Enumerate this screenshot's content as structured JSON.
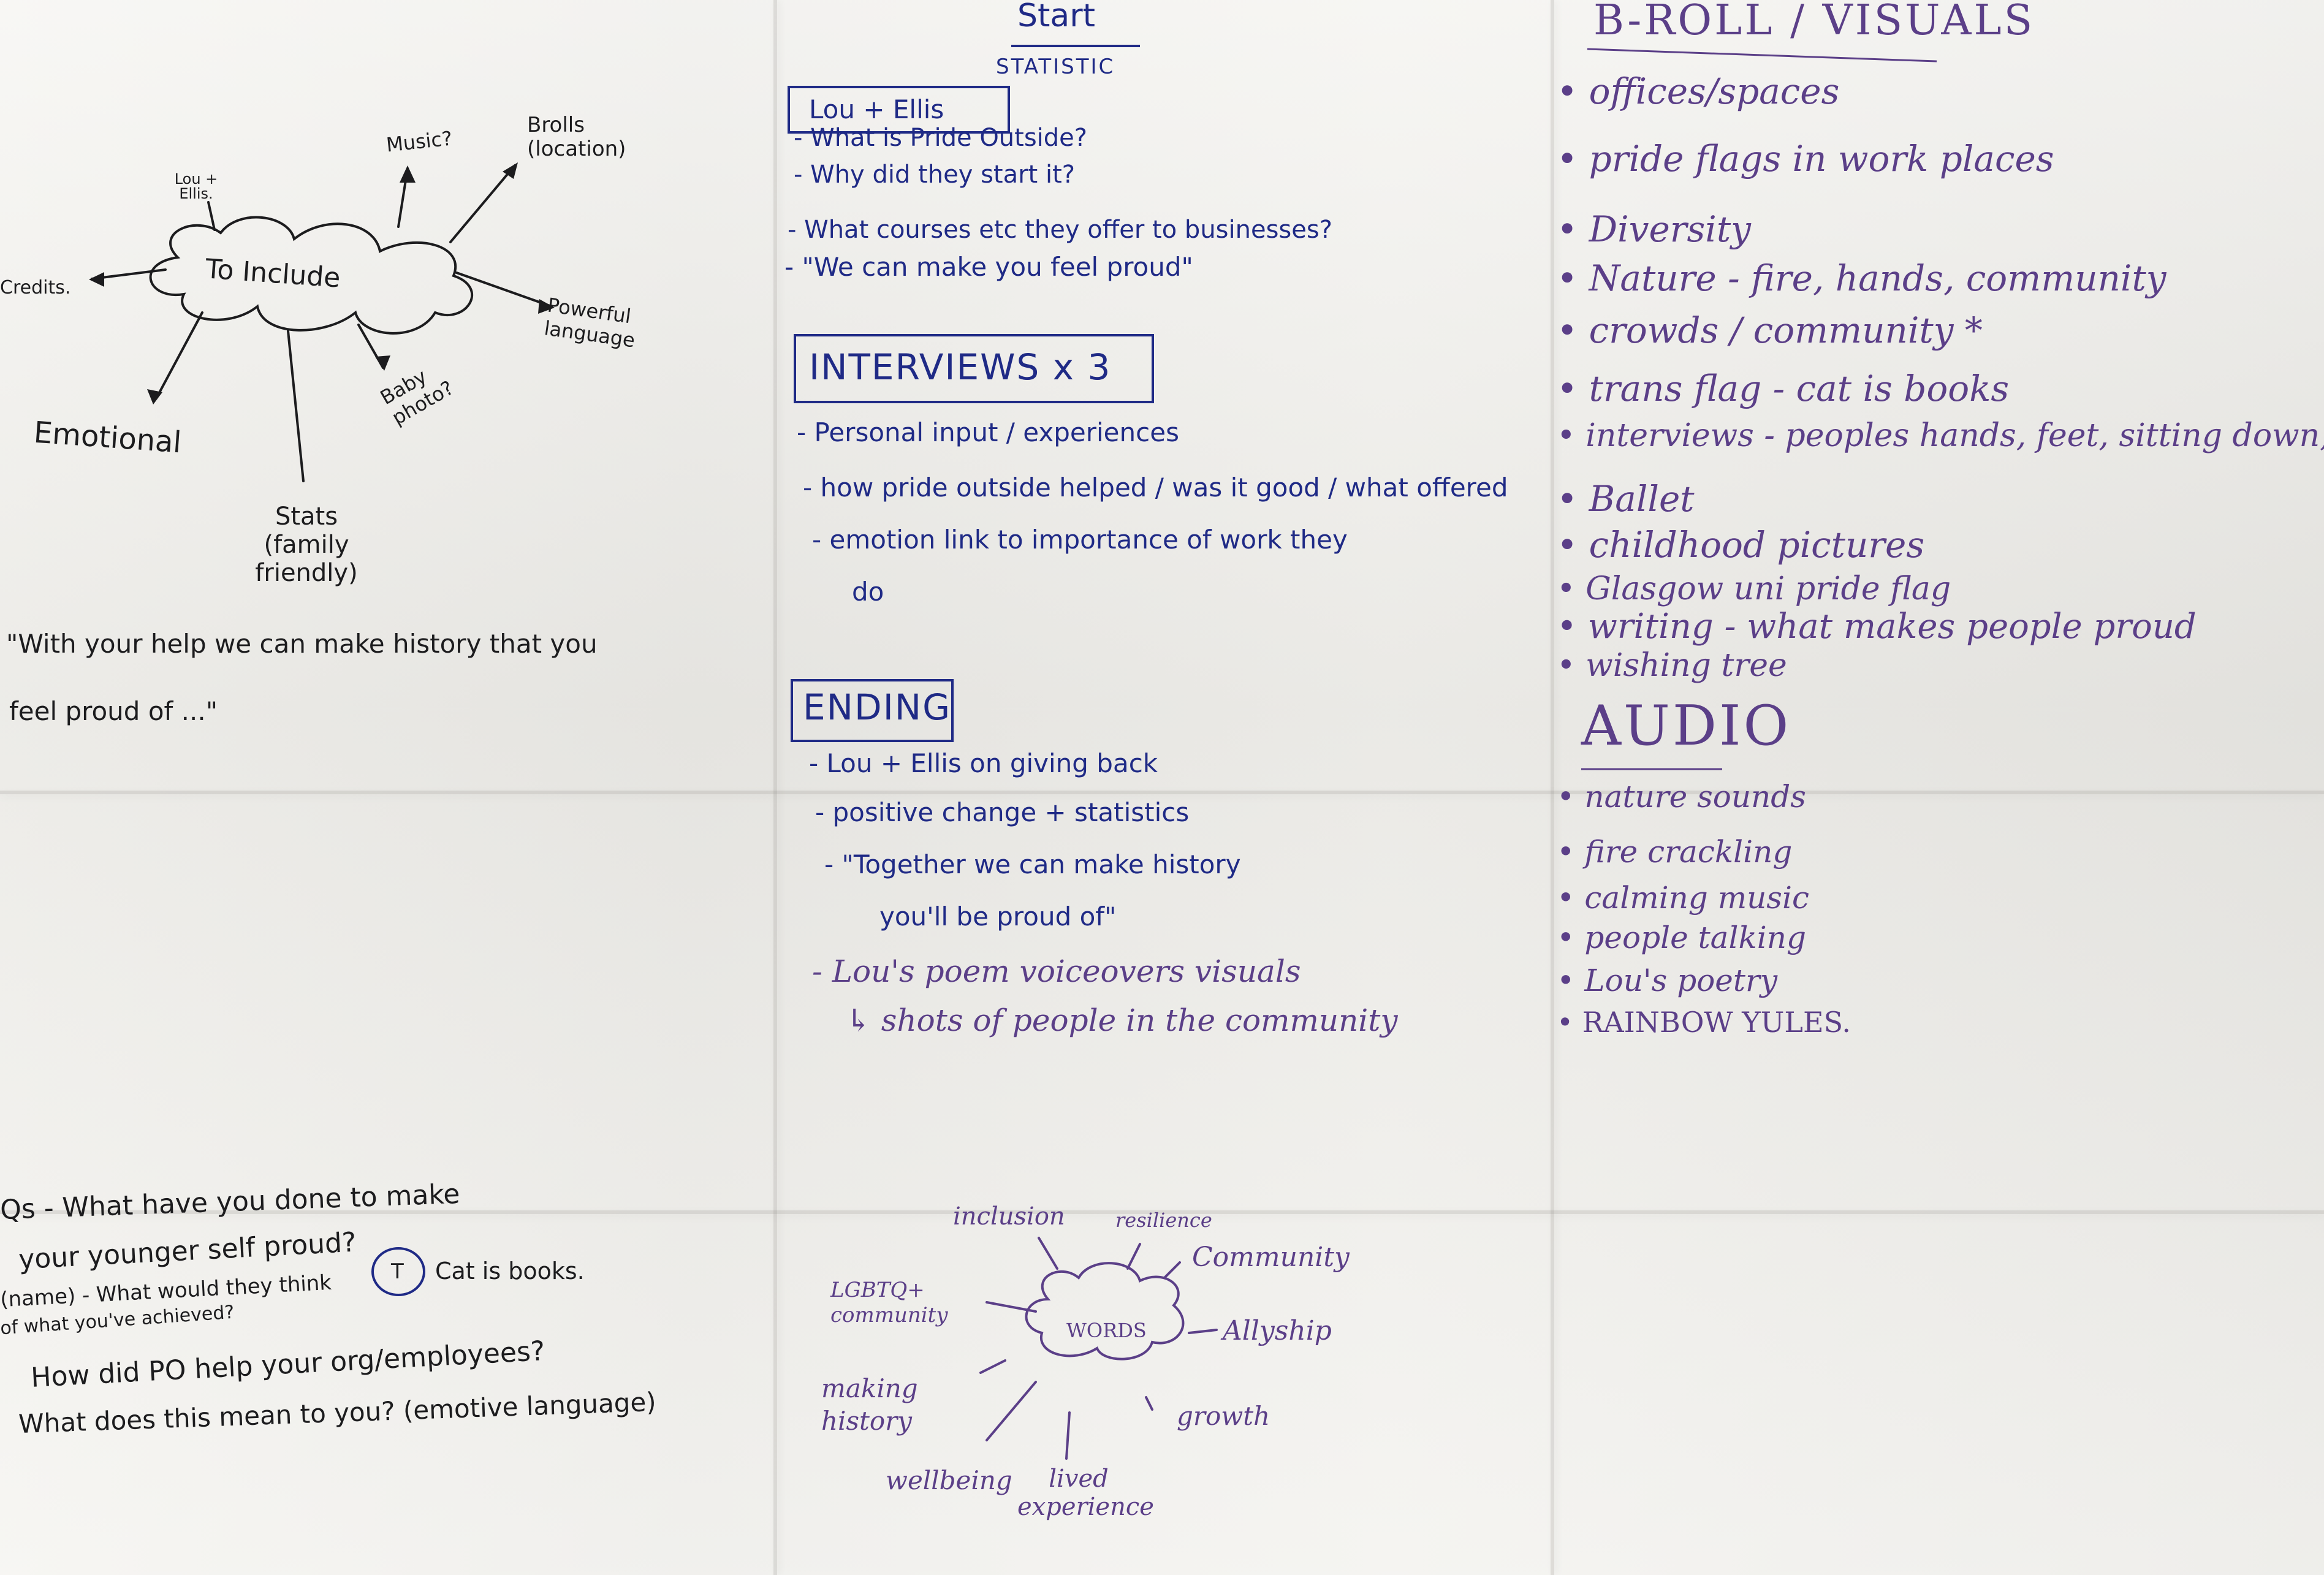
{
  "mindmap_include": {
    "center": "To Include",
    "branches": {
      "lou_ellis": "Lou + Ellis.",
      "music": "Music?",
      "brolls": "Brolls (location)",
      "credits": "Credits.",
      "powerful": "Powerful language",
      "baby": "Baby photo?",
      "emotional": "Emotional",
      "stats": "Stats (family friendly)"
    }
  },
  "quote_left": {
    "line1": "\"With your help we can make history that you",
    "line2": "feel proud of ...\""
  },
  "questions_left": {
    "line1": "Qs - What have you done to make",
    "line2": "your younger self proud?",
    "line3": "(name) - What would they think",
    "line3_circle": "T",
    "line3_tail": "Cat is books.",
    "line4": "of what you've achieved?",
    "line5": "How did PO help your org/employees?",
    "line6": "What does this mean to you? (emotive language)"
  },
  "start_section": {
    "title": "Start",
    "subtitle": "STATISTIC",
    "box_label": "Lou + Ellis",
    "items": [
      "- What is Pride Outside?",
      "- Why did they start it?",
      "- What courses etc they offer to businesses?",
      "- \"We can make you feel proud\""
    ]
  },
  "interviews_section": {
    "title": "INTERVIEWS x 3",
    "items": [
      "- Personal input / experiences",
      "- how pride outside helped / was it good / what offered",
      "- emotion link to importance of work they",
      "do"
    ]
  },
  "ending_section": {
    "title": "ENDING",
    "items": [
      "- Lou + Ellis on giving back",
      "- positive change + statistics",
      "- \"Together we can make history",
      "you'll be proud of\""
    ],
    "purple_items": [
      "- Lou's poem voiceovers visuals",
      "↳ shots of people in the community"
    ]
  },
  "words_map": {
    "center": "WORDS",
    "words": {
      "inclusion": "inclusion",
      "resilience": "resilience",
      "community": "Community",
      "lgbtq": "LGBTQ+ community",
      "allyship": "Allyship",
      "making_history": "making history",
      "growth": "growth",
      "wellbeing": "wellbeing",
      "lived": "lived experience"
    }
  },
  "broll_section": {
    "title": "B-ROLL / VISUALS",
    "items": [
      "• offices/spaces",
      "• pride flags in work places",
      "• Diversity",
      "• Nature - fire, hands, community",
      "• crowds / community *",
      "• trans flag - cat is books",
      "• interviews - peoples hands, feet, sitting down, etc",
      "• Ballet",
      "• childhood pictures",
      "• Glasgow uni pride flag",
      "• writing - what makes people proud",
      "• wishing tree"
    ]
  },
  "audio_section": {
    "title": "AUDIO",
    "items": [
      "• nature sounds",
      "• fire crackling",
      "• calming music",
      "• people talking",
      "• Lou's poetry",
      "• RAINBOW YULES."
    ]
  },
  "colors": {
    "paper": "#efeeea",
    "black_ink": "#1c1c1e",
    "blue_ink": "#1f2a86",
    "purple_ink": "#5b3f88"
  }
}
